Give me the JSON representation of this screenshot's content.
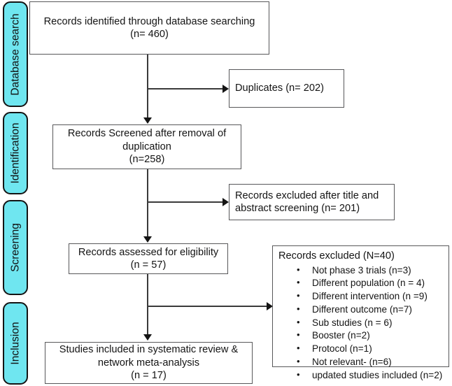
{
  "diagram": {
    "title": "PRISMA study selection flow diagram",
    "accent_color": "#6FE6F0",
    "border_color": "#58585a",
    "stages": [
      {
        "id": "database-search",
        "label": "Database search"
      },
      {
        "id": "identification",
        "label": "Identification"
      },
      {
        "id": "screening",
        "label": "Screening"
      },
      {
        "id": "inclusion",
        "label": "Inclusion"
      }
    ],
    "boxes": {
      "identified": {
        "line1": "Records identified through database searching",
        "line2": "(n= 460)"
      },
      "duplicates": {
        "line1": "Duplicates (n= 202)"
      },
      "screened": {
        "line1": "Records Screened after removal of",
        "line2": "duplication",
        "line3": "(n=258)"
      },
      "excluded_title_abstract": {
        "line1": "Records excluded after title and",
        "line2": "abstract screening (n= 201)"
      },
      "eligibility": {
        "line1": "Records assessed for eligibility",
        "line2": "(n = 57)"
      },
      "included": {
        "line1": "Studies included in systematic review &",
        "line2": "network meta-analysis",
        "line3": "(n = 17)"
      }
    },
    "exclusions": {
      "heading": "Records excluded (N=40)",
      "items": [
        "Not phase 3 trials (n=3)",
        "Different population (n = 4)",
        "Different intervention (n =9)",
        "Different outcome (n=7)",
        "Sub studies (n = 6)",
        "Booster (n=2)",
        "Protocol (n=1)",
        "Not relevant- (n=6)",
        "updated studies included (n=2)"
      ]
    }
  }
}
